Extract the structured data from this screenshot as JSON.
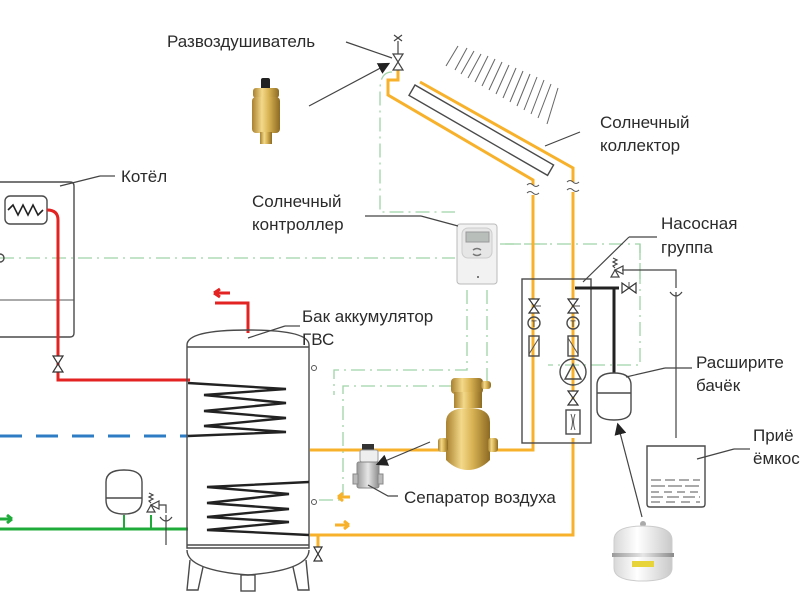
{
  "diagram": {
    "title": "Solar water heating system schematic",
    "labels": {
      "air_vent": "Развоздушиватель",
      "solar_collector_line1": "Солнечный",
      "solar_collector_line2": "коллектор",
      "boiler": "Котёл",
      "solar_controller_line1": "Солнечный",
      "solar_controller_line2": "контроллер",
      "pump_group_line1": "Насосная",
      "pump_group_line2": "группа",
      "tank_line1": "Бак аккумулятор",
      "tank_line2": "ГВС",
      "expansion_tank_line1": "Расширите",
      "expansion_tank_line2": "бачёк",
      "receiver_line1": "Приё",
      "receiver_line2": "ёмкос",
      "air_separator": "Сепаратор воздуха",
      "thermometer_symbol": "T"
    },
    "colors": {
      "solar_circuit": "#f7b12a",
      "boiler_circuit": "#e32222",
      "cold_water": "#2e7cc4",
      "mains_water": "#1fab3a",
      "control_signal": "#9fd4a6",
      "outline": "#444444",
      "text": "#2b2b2b"
    }
  }
}
